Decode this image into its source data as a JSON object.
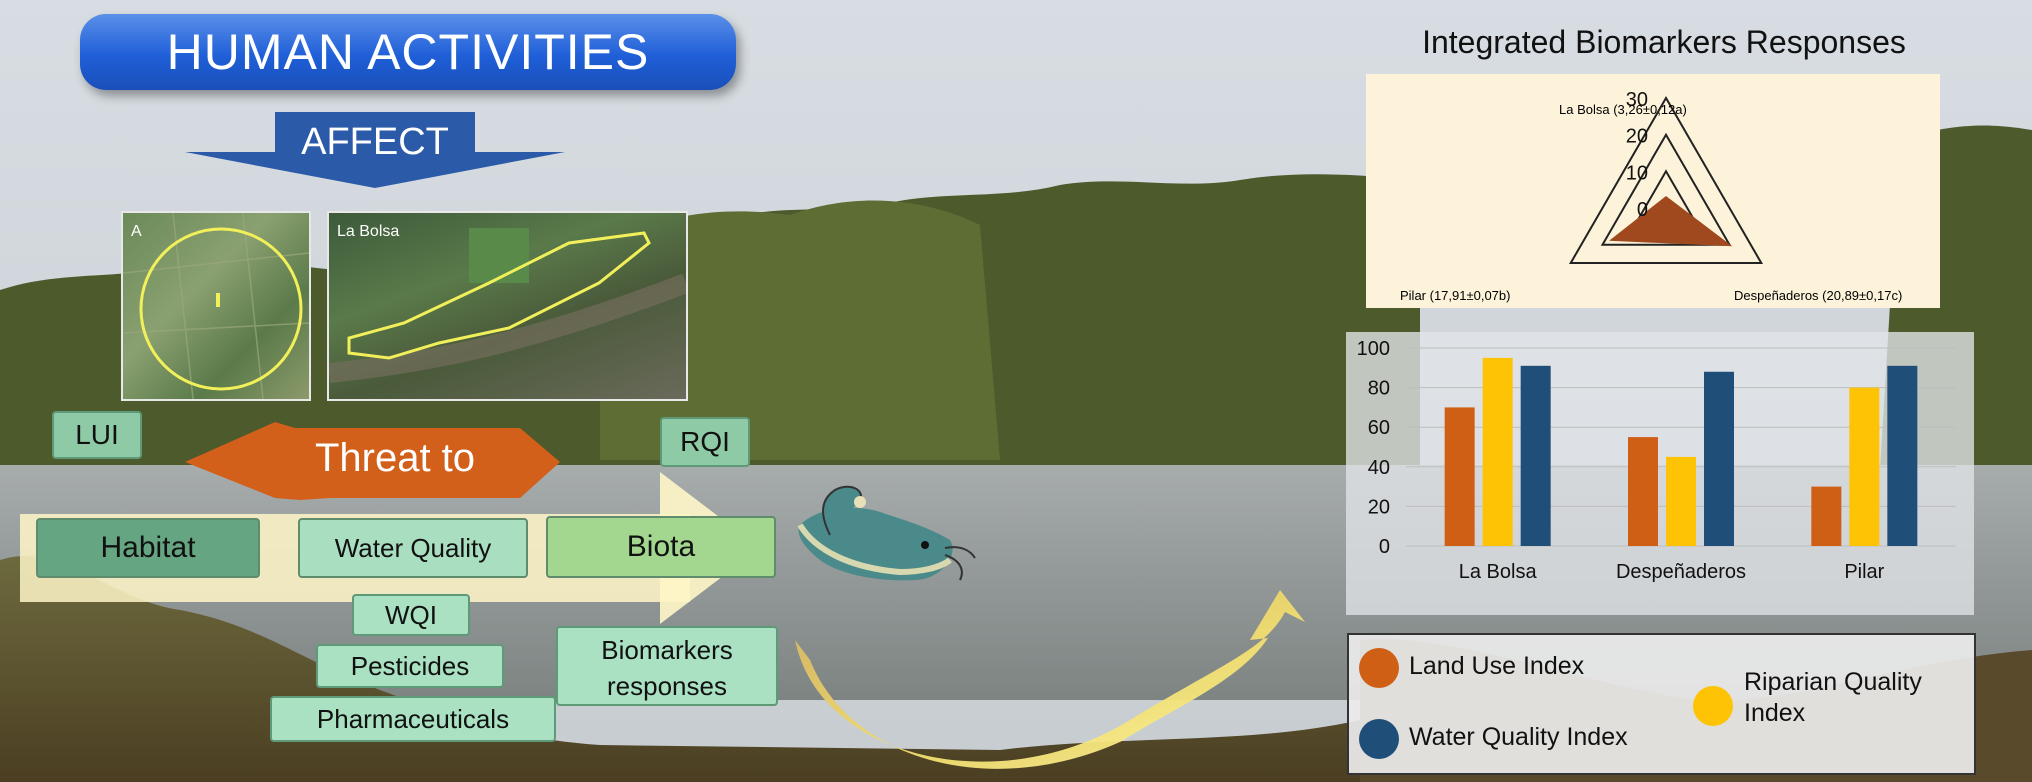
{
  "header": {
    "title": "HUMAN ACTIVITIES",
    "affect": "AFFECT"
  },
  "maps": {
    "map_a_label": "A",
    "map_b_label": "La Bolsa"
  },
  "indices": {
    "lui": "LUI",
    "rqi": "RQI",
    "threat": "Threat to"
  },
  "chain": {
    "habitat": "Habitat",
    "water_quality": "Water Quality",
    "biota": "Biota"
  },
  "water_params": {
    "wqi": "WQI",
    "pesticides": "Pesticides",
    "pharmaceuticals": "Pharmaceuticals"
  },
  "biomarkers": {
    "line1": "Biomarkers",
    "line2": "responses"
  },
  "radar": {
    "title": "Integrated Biomarkers Responses",
    "axis_ticks": [
      "30",
      "20",
      "10",
      "0"
    ],
    "labels": {
      "top": "La Bolsa (3,26±0,12a)",
      "left": "Pilar  (17,91±0,07b)",
      "right": "Despeñaderos  (20,89±0,17c)"
    },
    "values": {
      "la_bolsa": 3.26,
      "despenaderos": 20.89,
      "pilar": 17.91
    },
    "max": 30,
    "fill_color": "#a0481e"
  },
  "chart_data": {
    "type": "bar",
    "categories": [
      "La Bolsa",
      "Despeñaderos",
      "Pilar"
    ],
    "series": [
      {
        "name": "Land Use Index",
        "values": [
          70,
          55,
          30
        ],
        "color": "#d05f16"
      },
      {
        "name": "Riparian Quality Index",
        "values": [
          95,
          45,
          80
        ],
        "color": "#fdc304"
      },
      {
        "name": "Water Quality Index",
        "values": [
          91,
          88,
          91
        ],
        "color": "#1f4e79"
      }
    ],
    "ylim": [
      0,
      100
    ],
    "yticks": [
      "0",
      "20",
      "40",
      "60",
      "80",
      "100"
    ],
    "legend_lines": {
      "land_use": "Land Use Index",
      "water_quality": "Water Quality Index",
      "riparian_1": "Riparian Quality",
      "riparian_2": "Index"
    }
  }
}
